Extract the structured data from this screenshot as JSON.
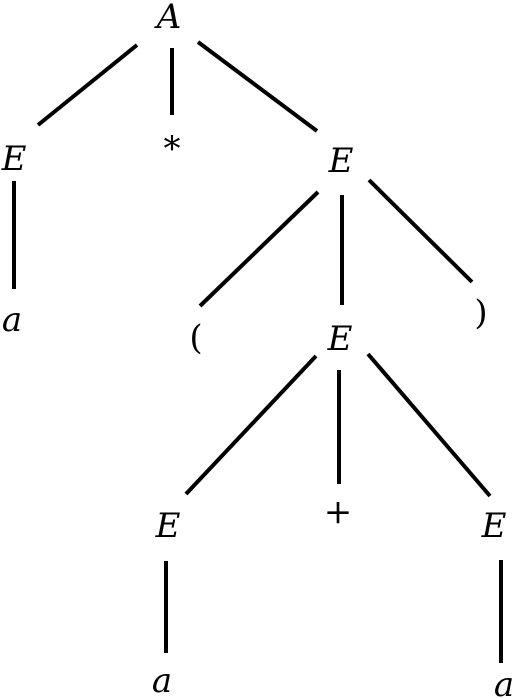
{
  "nodes": [
    {
      "id": "A",
      "label": "A",
      "kind": "var"
    },
    {
      "id": "E1",
      "label": "E",
      "kind": "var"
    },
    {
      "id": "star",
      "label": "*",
      "kind": "tok"
    },
    {
      "id": "E2",
      "label": "E",
      "kind": "var"
    },
    {
      "id": "a1",
      "label": "a",
      "kind": "var"
    },
    {
      "id": "lparen",
      "label": "(",
      "kind": "tok"
    },
    {
      "id": "E3",
      "label": "E",
      "kind": "var"
    },
    {
      "id": "rparen",
      "label": ")",
      "kind": "tok"
    },
    {
      "id": "E4",
      "label": "E",
      "kind": "var"
    },
    {
      "id": "plus",
      "label": "+",
      "kind": "tok"
    },
    {
      "id": "E5",
      "label": "E",
      "kind": "var"
    },
    {
      "id": "a2",
      "label": "a",
      "kind": "var"
    },
    {
      "id": "a3",
      "label": "a",
      "kind": "var"
    }
  ],
  "edges": [
    [
      "A",
      "E1"
    ],
    [
      "A",
      "star"
    ],
    [
      "A",
      "E2"
    ],
    [
      "E1",
      "a1"
    ],
    [
      "E2",
      "lparen"
    ],
    [
      "E2",
      "E3"
    ],
    [
      "E2",
      "rparen"
    ],
    [
      "E3",
      "E4"
    ],
    [
      "E3",
      "plus"
    ],
    [
      "E3",
      "E5"
    ],
    [
      "E4",
      "a2"
    ],
    [
      "E5",
      "a3"
    ]
  ],
  "colors": {
    "ink": "#000000",
    "background": "#ffffff"
  }
}
